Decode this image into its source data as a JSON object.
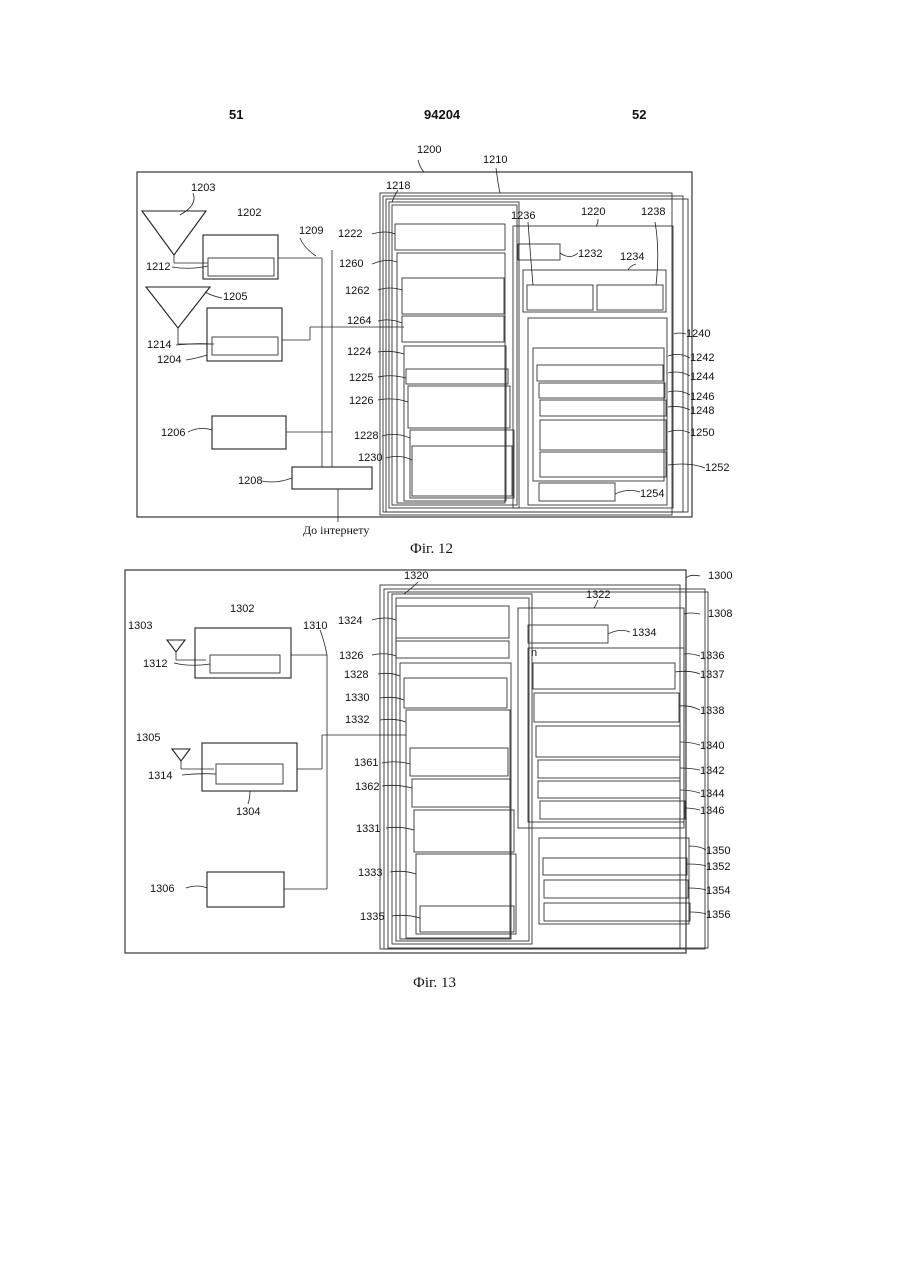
{
  "header": {
    "left_page": "51",
    "doc_number": "94204",
    "right_page": "52"
  },
  "fig12": {
    "caption": "Фіг. 12",
    "internet_label": "До інтернету",
    "labels": {
      "l1200": "1200",
      "l1210": "1210",
      "l1218": "1218",
      "l1203": "1203",
      "l1202": "1202",
      "l1209": "1209",
      "l1222": "1222",
      "l1236": "1236",
      "l1220": "1220",
      "l1238": "1238",
      "l1212": "1212",
      "l1205": "1205",
      "l1260": "1260",
      "l1232": "1232",
      "l1234": "1234",
      "l1262": "1262",
      "l1214": "1214",
      "l1204": "1204",
      "l1264": "1264",
      "l1224": "1224",
      "l1240": "1240",
      "l1242": "1242",
      "l1244": "1244",
      "l1225": "1225",
      "l1226": "1226",
      "l1246": "1246",
      "l1248": "1248",
      "l1206": "1206",
      "l1228": "1228",
      "l1250": "1250",
      "l1230": "1230",
      "l1252": "1252",
      "l1208": "1208",
      "l1254": "1254"
    }
  },
  "fig13": {
    "caption": "Фіг. 13",
    "labels": {
      "l1300": "1300",
      "l1320": "1320",
      "l1322": "1322",
      "l1302": "1302",
      "l1308": "1308",
      "l1303": "1303",
      "l1310": "1310",
      "l1324": "1324",
      "l1334": "1334",
      "l1312": "1312",
      "l1326": "1326",
      "l1336": "1336",
      "l1328": "1328",
      "l1337": "1337",
      "l1330": "1330",
      "l1332": "1332",
      "l1338": "1338",
      "l1305": "1305",
      "l1340": "1340",
      "l1314": "1314",
      "l1361": "1361",
      "l1342": "1342",
      "l1362": "1362",
      "l1344": "1344",
      "l1304": "1304",
      "l1346": "1346",
      "l1331": "1331",
      "l1350": "1350",
      "l1352": "1352",
      "l1333": "1333",
      "l1306": "1306",
      "l1354": "1354",
      "l1335": "1335",
      "l1356": "1356",
      "n_mark": "n"
    }
  }
}
